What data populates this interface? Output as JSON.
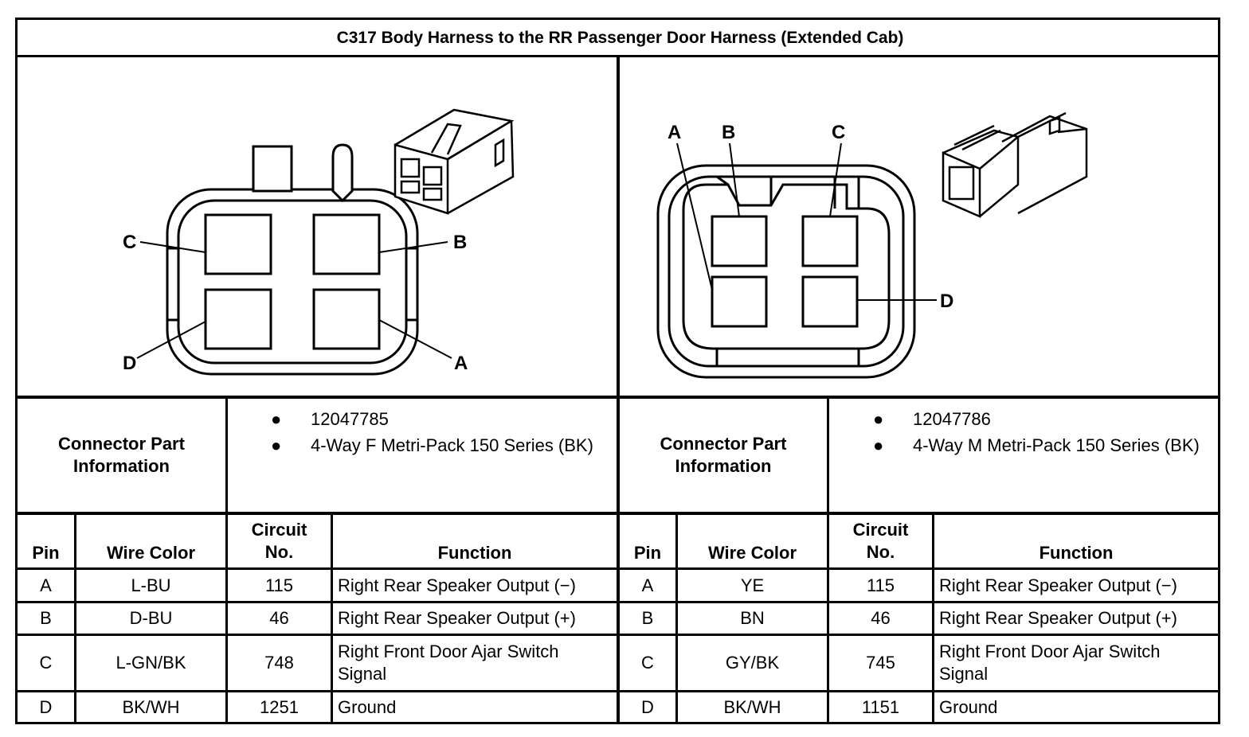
{
  "title": "C317 Body Harness to the RR Passenger Door Harness (Extended Cab)",
  "left": {
    "diagram_labels": {
      "a": "A",
      "b": "B",
      "c": "C",
      "d": "D"
    },
    "part_info_label": "Connector Part Information",
    "part_info": [
      "12047785",
      "4-Way F Metri-Pack 150 Series (BK)"
    ],
    "headers": {
      "pin": "Pin",
      "wire": "Wire Color",
      "circuit": "Circuit No.",
      "function": "Function"
    },
    "rows": [
      {
        "pin": "A",
        "wire": "L-BU",
        "circuit": "115",
        "function": "Right Rear Speaker Output (−)"
      },
      {
        "pin": "B",
        "wire": "D-BU",
        "circuit": "46",
        "function": "Right Rear Speaker Output (+)"
      },
      {
        "pin": "C",
        "wire": "L-GN/BK",
        "circuit": "748",
        "function": "Right Front Door Ajar Switch Signal"
      },
      {
        "pin": "D",
        "wire": "BK/WH",
        "circuit": "1251",
        "function": "Ground"
      }
    ]
  },
  "right": {
    "diagram_labels": {
      "a": "A",
      "b": "B",
      "c": "C",
      "d": "D"
    },
    "part_info_label": "Connector Part Information",
    "part_info": [
      "12047786",
      "4-Way M Metri-Pack 150 Series (BK)"
    ],
    "headers": {
      "pin": "Pin",
      "wire": "Wire Color",
      "circuit": "Circuit No.",
      "function": "Function"
    },
    "rows": [
      {
        "pin": "A",
        "wire": "YE",
        "circuit": "115",
        "function": "Right Rear Speaker Output (−)"
      },
      {
        "pin": "B",
        "wire": "BN",
        "circuit": "46",
        "function": "Right Rear Speaker Output (+)"
      },
      {
        "pin": "C",
        "wire": "GY/BK",
        "circuit": "745",
        "function": "Right Front Door Ajar Switch Signal"
      },
      {
        "pin": "D",
        "wire": "BK/WH",
        "circuit": "1151",
        "function": "Ground"
      }
    ]
  }
}
